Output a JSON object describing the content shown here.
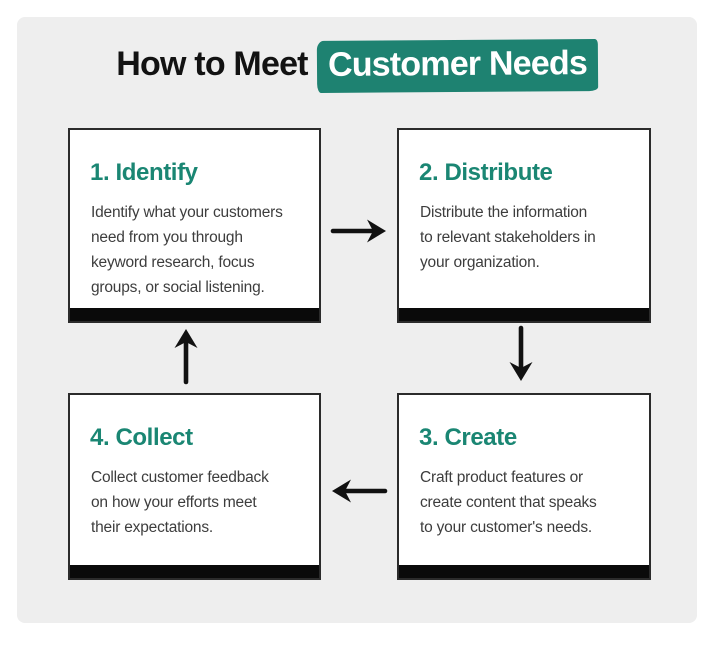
{
  "title": {
    "plain": "How to Meet",
    "highlight": "Customer Needs"
  },
  "steps": [
    {
      "heading": "1. Identify",
      "body": "Identify what your customers\nneed from you through\nkeyword research, focus\ngroups, or social listening."
    },
    {
      "heading": "2. Distribute",
      "body": "Distribute the information\nto relevant stakeholders in\nyour organization."
    },
    {
      "heading": "3. Create",
      "body": "Craft product features or\ncreate content that speaks\nto your customer's needs."
    },
    {
      "heading": "4. Collect",
      "body": "Collect customer feedback\non how your efforts meet\ntheir expectations."
    }
  ],
  "flow": {
    "arrows": [
      {
        "name": "arrow-identify-to-distribute",
        "direction": "right"
      },
      {
        "name": "arrow-distribute-to-create",
        "direction": "down"
      },
      {
        "name": "arrow-create-to-collect",
        "direction": "left"
      },
      {
        "name": "arrow-collect-to-identify",
        "direction": "up"
      }
    ]
  },
  "colors": {
    "canvas_bg": "#eeeeee",
    "teal_heading": "#1a8673",
    "chip_bg": "#1e8271",
    "chip_text": "#ffffff",
    "box_border": "#2b2b2b",
    "bottom_bar": "#0a0a0a",
    "body_text": "#3d3d3d",
    "title_text": "#121212",
    "arrow": "#111111"
  }
}
